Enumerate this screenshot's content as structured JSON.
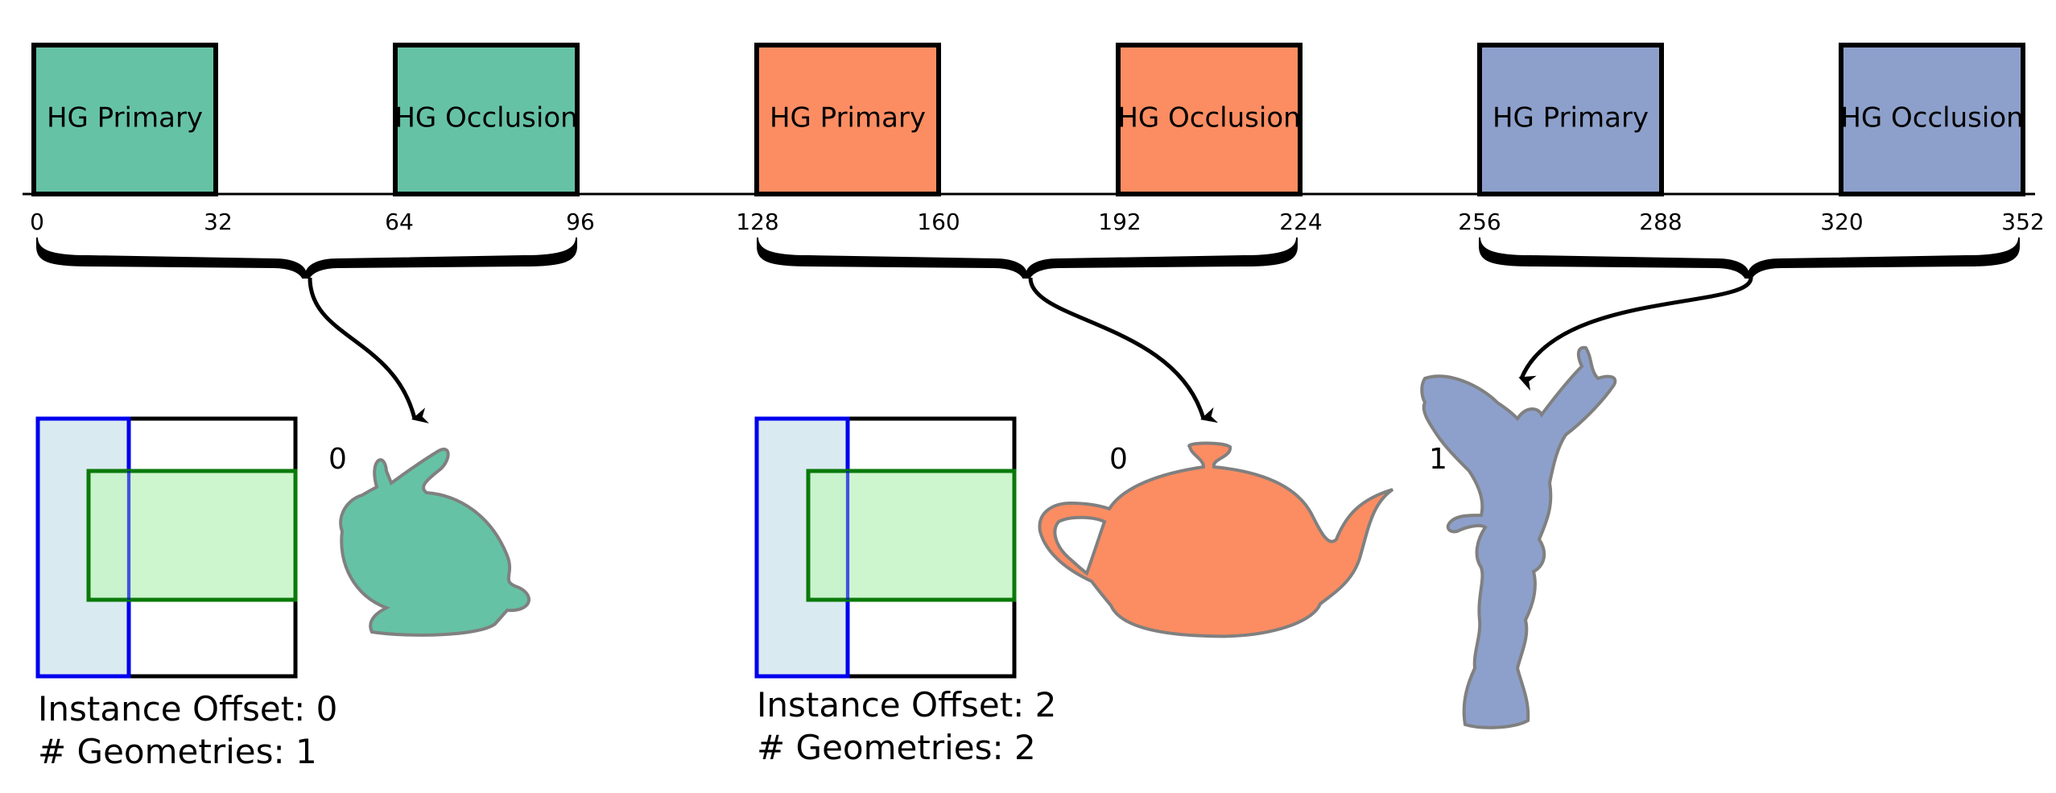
{
  "colors": {
    "green": "#66c2a5",
    "orange": "#fc8d62",
    "blue": "#8da0cb",
    "outline": "#000000",
    "shape_outline": "#808080",
    "box_blue": "#0000ee",
    "box_blue_fill": "#d6e8f0",
    "box_green": "#0a7a0a",
    "box_green_fill": "#c6f5c6"
  },
  "sbt": {
    "records": [
      {
        "label": "HG Primary",
        "color": "green"
      },
      {
        "label": "HG Occlusion",
        "color": "green"
      },
      {
        "label": "HG Primary",
        "color": "orange"
      },
      {
        "label": "HG Occlusion",
        "color": "orange"
      },
      {
        "label": "HG Primary",
        "color": "blue"
      },
      {
        "label": "HG Occlusion",
        "color": "blue"
      }
    ],
    "ticks": [
      "0",
      "32",
      "64",
      "96",
      "128",
      "160",
      "192",
      "224",
      "256",
      "288",
      "320",
      "352"
    ]
  },
  "instances": [
    {
      "offset_label": "Instance Offset: 0",
      "geometries_label": "# Geometries: 1"
    },
    {
      "offset_label": "Instance Offset: 2",
      "geometries_label": "# Geometries: 2"
    }
  ],
  "geometries": [
    {
      "index": "0",
      "shape": "bunny",
      "color": "green"
    },
    {
      "index": "0",
      "shape": "teapot",
      "color": "orange"
    },
    {
      "index": "1",
      "shape": "statue",
      "color": "blue"
    }
  ]
}
